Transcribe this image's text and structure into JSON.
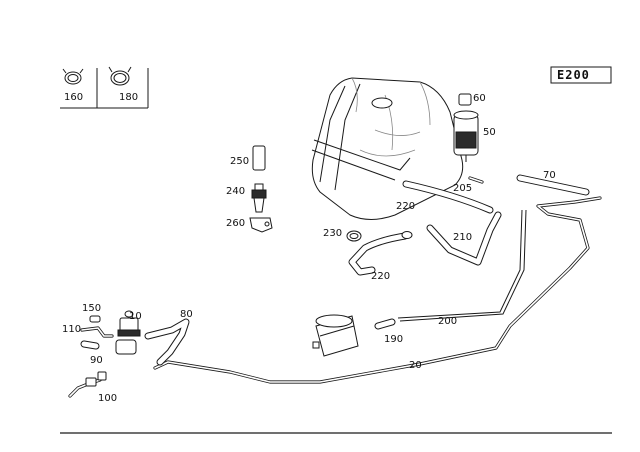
{
  "model_badge": "E200",
  "legend_box": {
    "items": [
      {
        "label": "160",
        "icon": "hose-clamp-small-icon"
      },
      {
        "label": "180",
        "icon": "hose-clamp-large-icon"
      }
    ]
  },
  "callouts": {
    "p10": "10",
    "p20": "20",
    "p50": "50",
    "p60": "60",
    "p70": "70",
    "p80": "80",
    "p90": "90",
    "p100": "100",
    "p110": "110",
    "p150": "150",
    "p190": "190",
    "p200": "200",
    "p205": "205",
    "p210": "210",
    "p220a": "220",
    "p220b": "220",
    "p230": "230",
    "p240": "240",
    "p250": "250",
    "p260": "260"
  },
  "colors": {
    "line": "#1a1a1a",
    "background": "#ffffff"
  }
}
